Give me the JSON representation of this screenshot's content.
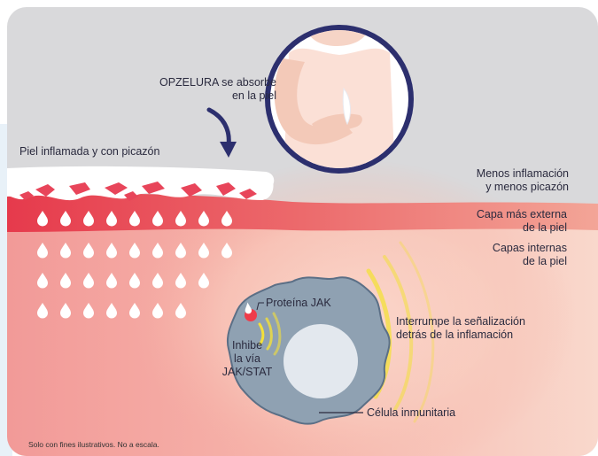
{
  "labels": {
    "absorbs_line1": "OPZELURA se absorbe",
    "absorbs_line2": "en la piel",
    "inflamed_skin": "Piel inflamada y con picazón",
    "less_line1": "Menos inflamación",
    "less_line2": "y menos picazón",
    "outer_line1": "Capa más externa",
    "outer_line2": "de la piel",
    "inner_line1": "Capas internas",
    "inner_line2": "de la piel",
    "jak_protein": "Proteína JAK",
    "interrupts_line1": "Interrumpe la señalización",
    "interrupts_line2": "detrás de la inflamación",
    "inhibits_line1": "Inhibe",
    "inhibits_line2": "la vía",
    "inhibits_line3": "JAK/STAT",
    "immune_cell": "Célula inmunitaria",
    "disclaimer": "Solo con fines ilustrativos. No a escala."
  },
  "icons": {
    "drops": "water-drop-icon",
    "arrow": "curved-arrow-down-icon",
    "signal": "signal-waves-icon"
  },
  "colors": {
    "background_gray": "#d9d9db",
    "side_tint": "#e8f1f8",
    "navy": "#2c2f6e",
    "skin_red": "#e84a5a",
    "skin_inner": "#f4a3a0",
    "skin_healthy": "#f8cfc3",
    "cell_gray": "#8fa1b2",
    "nucleus": "#e3e8ee",
    "signal_yellow": "#f3e03a",
    "jak_red": "#ef3c4a"
  }
}
